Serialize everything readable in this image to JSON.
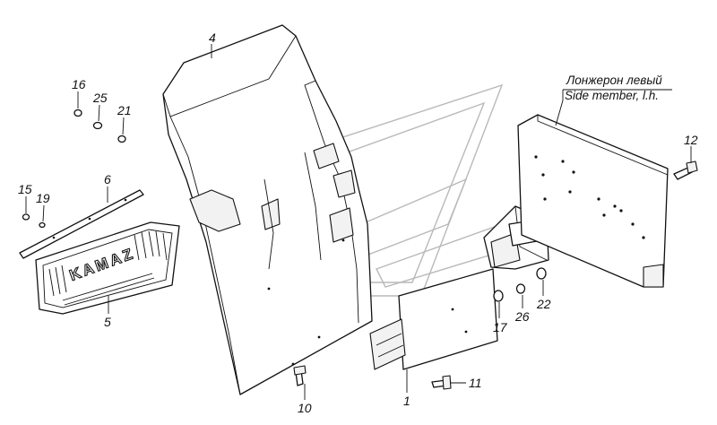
{
  "callouts": {
    "c1": "1",
    "c4": "4",
    "c5": "5",
    "c6": "6",
    "c10": "10",
    "c11": "11",
    "c12": "12",
    "c15": "15",
    "c16": "16",
    "c17": "17",
    "c19": "19",
    "c21": "21",
    "c22": "22",
    "c25": "25",
    "c26": "26"
  },
  "side_member_label": {
    "ru": "Лонжерон левый",
    "en": "Side member, l.h."
  },
  "mudflap_logo": "KAMAZ"
}
